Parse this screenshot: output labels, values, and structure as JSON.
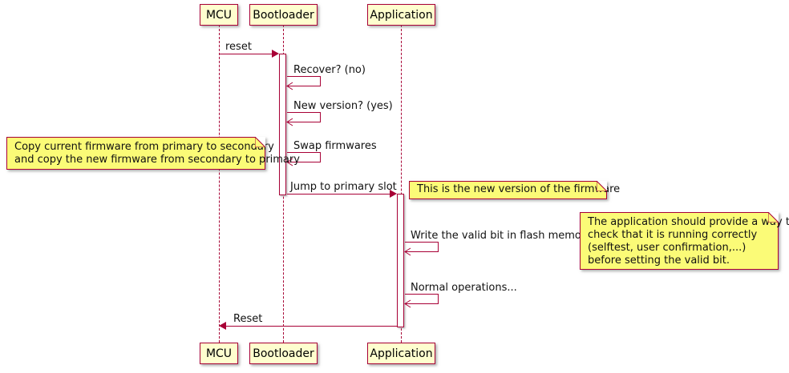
{
  "diagram": {
    "type": "sequence",
    "participants": [
      {
        "id": "mcu",
        "label": "MCU"
      },
      {
        "id": "bootloader",
        "label": "Bootloader"
      },
      {
        "id": "application",
        "label": "Application"
      }
    ],
    "messages": [
      {
        "from": "MCU",
        "to": "Bootloader",
        "label": "reset"
      },
      {
        "from": "Bootloader",
        "to": "Bootloader",
        "label": "Recover? (no)"
      },
      {
        "from": "Bootloader",
        "to": "Bootloader",
        "label": "New version? (yes)"
      },
      {
        "from": "Bootloader",
        "to": "Bootloader",
        "label": "Swap firmwares"
      },
      {
        "from": "Bootloader",
        "to": "Application",
        "label": "Jump to primary slot"
      },
      {
        "from": "Application",
        "to": "Application",
        "label": "Write the valid bit in flash memory"
      },
      {
        "from": "Application",
        "to": "Application",
        "label": "Normal operations..."
      },
      {
        "from": "Application",
        "to": "MCU",
        "label": "Reset"
      }
    ],
    "notes": [
      {
        "position": "left of Bootloader",
        "lines": [
          "Copy current firmware from primary to secondary",
          "and copy the new firmware from secondary to primary"
        ]
      },
      {
        "position": "right of Application",
        "lines": [
          "This is the new version of the firmware"
        ]
      },
      {
        "position": "right of Application",
        "lines": [
          "The application should provide a way to",
          "check that it is running correctly",
          "(selftest, user confirmation,...)",
          "before setting the valid bit."
        ]
      }
    ],
    "colors": {
      "participant_bg": "#FEFECE",
      "note_bg": "#FBFB77",
      "border": "#A80036"
    }
  }
}
